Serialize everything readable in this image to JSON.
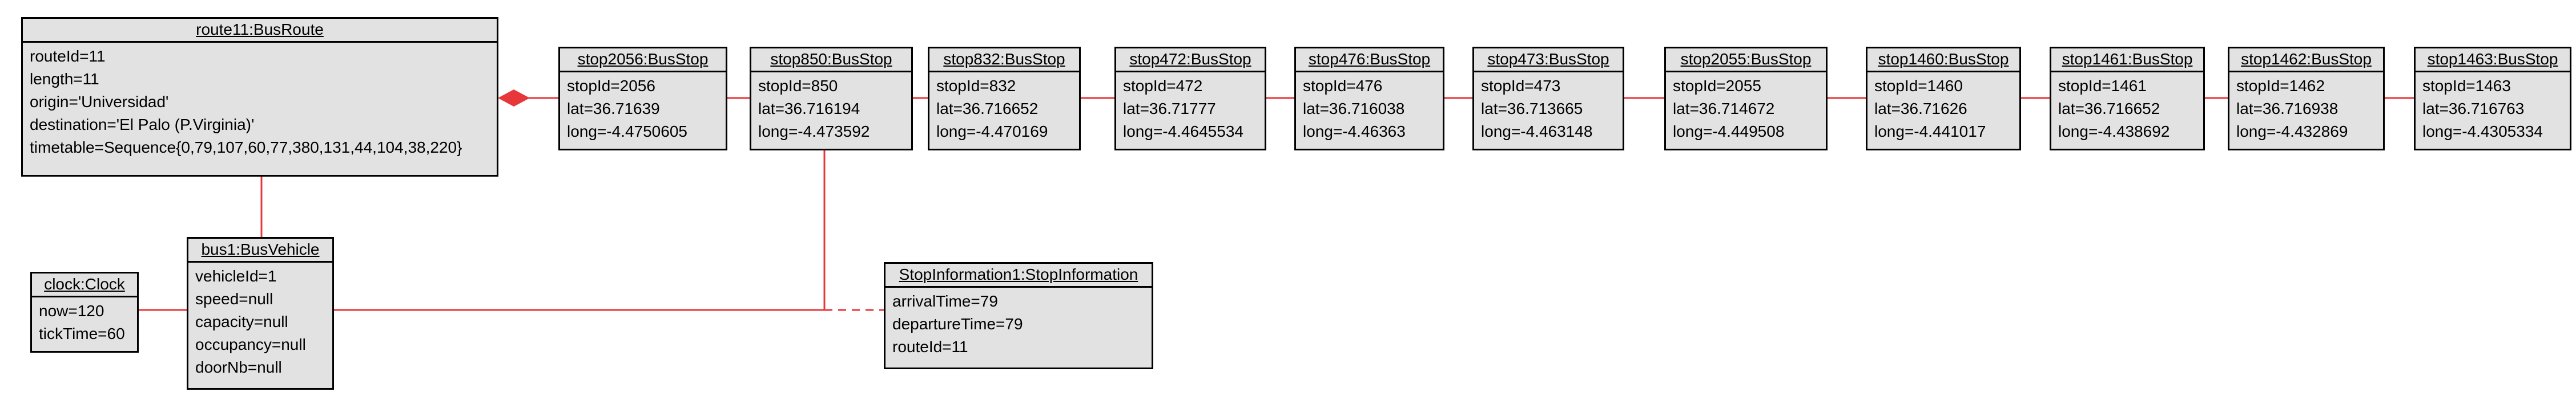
{
  "route": {
    "title": "route11:BusRoute",
    "attributes": [
      "routeId=11",
      "length=11",
      "origin='Universidad'",
      "destination='El Palo  (P.Virginia)'",
      "timetable=Sequence{0,79,107,60,77,380,131,44,104,38,220}"
    ]
  },
  "clock": {
    "title": "clock:Clock",
    "attributes": [
      "now=120",
      "tickTime=60"
    ]
  },
  "bus": {
    "title": "bus1:BusVehicle",
    "attributes": [
      "vehicleId=1",
      "speed=null",
      "capacity=null",
      "occupancy=null",
      "doorNb=null"
    ]
  },
  "stop_information": {
    "title": "StopInformation1:StopInformation",
    "attributes": [
      "arrivalTime=79",
      "departureTime=79",
      "routeId=11"
    ]
  },
  "stops": [
    {
      "title": "stop2056:BusStop",
      "attributes": [
        "stopId=2056",
        "lat=36.71639",
        "long=-4.4750605"
      ]
    },
    {
      "title": "stop850:BusStop",
      "attributes": [
        "stopId=850",
        "lat=36.716194",
        "long=-4.473592"
      ]
    },
    {
      "title": "stop832:BusStop",
      "attributes": [
        "stopId=832",
        "lat=36.716652",
        "long=-4.470169"
      ]
    },
    {
      "title": "stop472:BusStop",
      "attributes": [
        "stopId=472",
        "lat=36.71777",
        "long=-4.4645534"
      ]
    },
    {
      "title": "stop476:BusStop",
      "attributes": [
        "stopId=476",
        "lat=36.716038",
        "long=-4.46363"
      ]
    },
    {
      "title": "stop473:BusStop",
      "attributes": [
        "stopId=473",
        "lat=36.713665",
        "long=-4.463148"
      ]
    },
    {
      "title": "stop2055:BusStop",
      "attributes": [
        "stopId=2055",
        "lat=36.714672",
        "long=-4.449508"
      ]
    },
    {
      "title": "stop1460:BusStop",
      "attributes": [
        "stopId=1460",
        "lat=36.71626",
        "long=-4.441017"
      ]
    },
    {
      "title": "stop1461:BusStop",
      "attributes": [
        "stopId=1461",
        "lat=36.716652",
        "long=-4.438692"
      ]
    },
    {
      "title": "stop1462:BusStop",
      "attributes": [
        "stopId=1462",
        "lat=36.716938",
        "long=-4.432869"
      ]
    },
    {
      "title": "stop1463:BusStop",
      "attributes": [
        "stopId=1463",
        "lat=36.716763",
        "long=-4.4305334"
      ]
    }
  ],
  "colors": {
    "link": "#e8373a",
    "box_fill": "#e2e2e2",
    "box_border": "#000000"
  }
}
